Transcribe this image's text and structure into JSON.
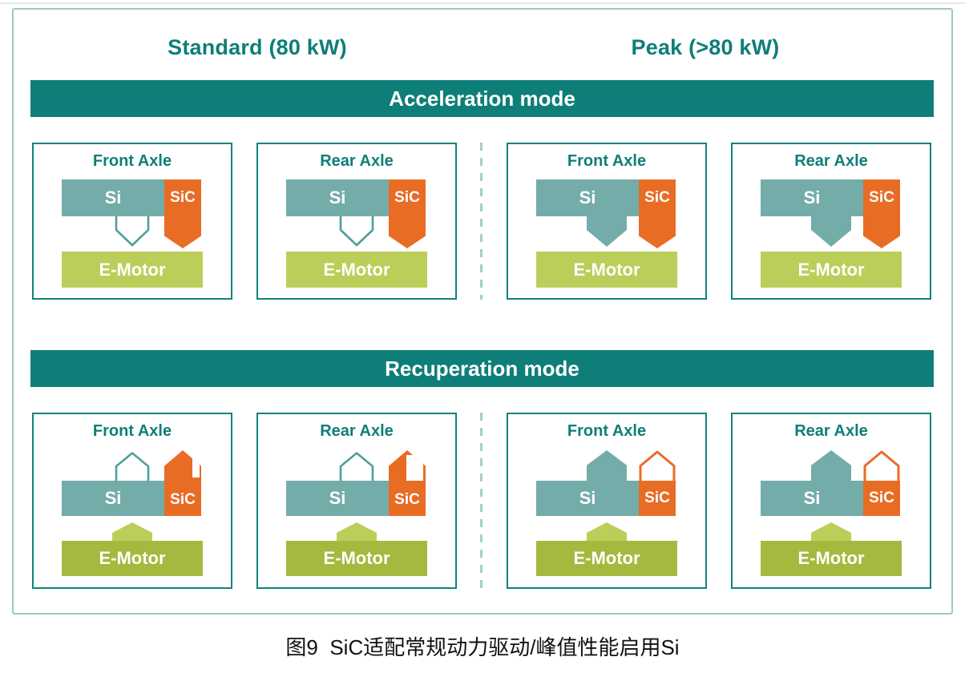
{
  "figure": {
    "caption": "图9  SiC适配常规动力驱动/峰值性能启用Si"
  },
  "columns": {
    "standard_label": "Standard (80 kW)",
    "peak_label": "Peak (>80 kW)"
  },
  "sections": [
    {
      "name": "acceleration",
      "banner_label": "Acceleration mode",
      "boxes": [
        {
          "title": "Front Axle",
          "column": "Standard",
          "si_label": "Si",
          "sic_label": "SiC",
          "motor_label": "E-Motor",
          "si_arrow": "outline-down",
          "sic_arrow": "filled-down",
          "motor_arrow": "none"
        },
        {
          "title": "Rear Axle",
          "column": "Standard",
          "si_label": "Si",
          "sic_label": "SiC",
          "motor_label": "E-Motor",
          "si_arrow": "outline-down",
          "sic_arrow": "filled-down",
          "motor_arrow": "none"
        },
        {
          "title": "Front Axle",
          "column": "Peak",
          "si_label": "Si",
          "sic_label": "SiC",
          "motor_label": "E-Motor",
          "si_arrow": "filled-down",
          "sic_arrow": "filled-down",
          "motor_arrow": "none"
        },
        {
          "title": "Rear Axle",
          "column": "Peak",
          "si_label": "Si",
          "sic_label": "SiC",
          "motor_label": "E-Motor",
          "si_arrow": "filled-down",
          "sic_arrow": "filled-down",
          "motor_arrow": "none"
        }
      ]
    },
    {
      "name": "recuperation",
      "banner_label": "Recuperation mode",
      "boxes": [
        {
          "title": "Front Axle",
          "column": "Standard",
          "si_label": "Si",
          "sic_label": "SiC",
          "motor_label": "E-Motor",
          "si_arrow": "outline-up",
          "sic_arrow": "filled-up-notched",
          "motor_arrow": "filled-up"
        },
        {
          "title": "Rear Axle",
          "column": "Standard",
          "si_label": "Si",
          "sic_label": "SiC",
          "motor_label": "E-Motor",
          "si_arrow": "outline-up",
          "sic_arrow": "filled-up-notched",
          "motor_arrow": "filled-up"
        },
        {
          "title": "Front Axle",
          "column": "Peak",
          "si_label": "Si",
          "sic_label": "SiC",
          "motor_label": "E-Motor",
          "si_arrow": "filled-up",
          "sic_arrow": "outline-up",
          "motor_arrow": "filled-up"
        },
        {
          "title": "Rear Axle",
          "column": "Peak",
          "si_label": "Si",
          "sic_label": "SiC",
          "motor_label": "E-Motor",
          "si_arrow": "filled-up",
          "sic_arrow": "outline-up",
          "motor_arrow": "filled-up"
        }
      ]
    }
  ],
  "colors": {
    "teal_banner": "#0E7E78",
    "box_border": "#0F837C",
    "si_fill": "#74ACAA",
    "sic_fill": "#E96C25",
    "motor_light_green": "#BCCE59",
    "motor_dark_green": "#A4B93E",
    "outline_arrow_teal": "#4DA09C",
    "divider_dash": "#9ED1CB",
    "outer_frame": "#9CC8C3",
    "label_text_white": "#FFFFFF"
  }
}
